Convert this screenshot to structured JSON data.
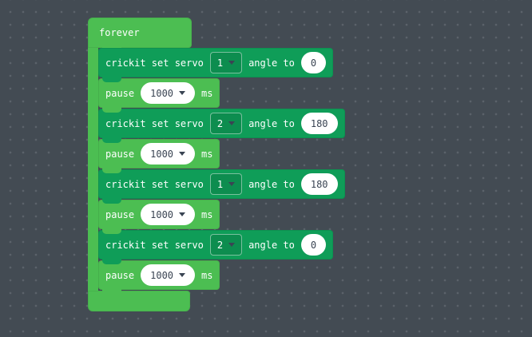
{
  "colors": {
    "workspace-bg": "#434B53",
    "workspace-dot": "#5B626A",
    "loops-green": "#4CBE52",
    "crickit-green": "#0F9D58",
    "field-bg": "#FFFFFF",
    "field-text": "#3A4453"
  },
  "icons": {
    "dropdown_arrow": "triangle-down"
  },
  "workspace": {
    "forever": {
      "label": "forever",
      "blocks": [
        {
          "kind": "crickit",
          "prefix": "crickit set servo",
          "servo": "1",
          "middle": "angle to",
          "angle": "0"
        },
        {
          "kind": "pause",
          "prefix": "pause",
          "duration": "1000",
          "suffix": "ms"
        },
        {
          "kind": "crickit",
          "prefix": "crickit set servo",
          "servo": "2",
          "middle": "angle to",
          "angle": "180"
        },
        {
          "kind": "pause",
          "prefix": "pause",
          "duration": "1000",
          "suffix": "ms"
        },
        {
          "kind": "crickit",
          "prefix": "crickit set servo",
          "servo": "1",
          "middle": "angle to",
          "angle": "180"
        },
        {
          "kind": "pause",
          "prefix": "pause",
          "duration": "1000",
          "suffix": "ms"
        },
        {
          "kind": "crickit",
          "prefix": "crickit set servo",
          "servo": "2",
          "middle": "angle to",
          "angle": "0"
        },
        {
          "kind": "pause",
          "prefix": "pause",
          "duration": "1000",
          "suffix": "ms"
        }
      ]
    }
  }
}
